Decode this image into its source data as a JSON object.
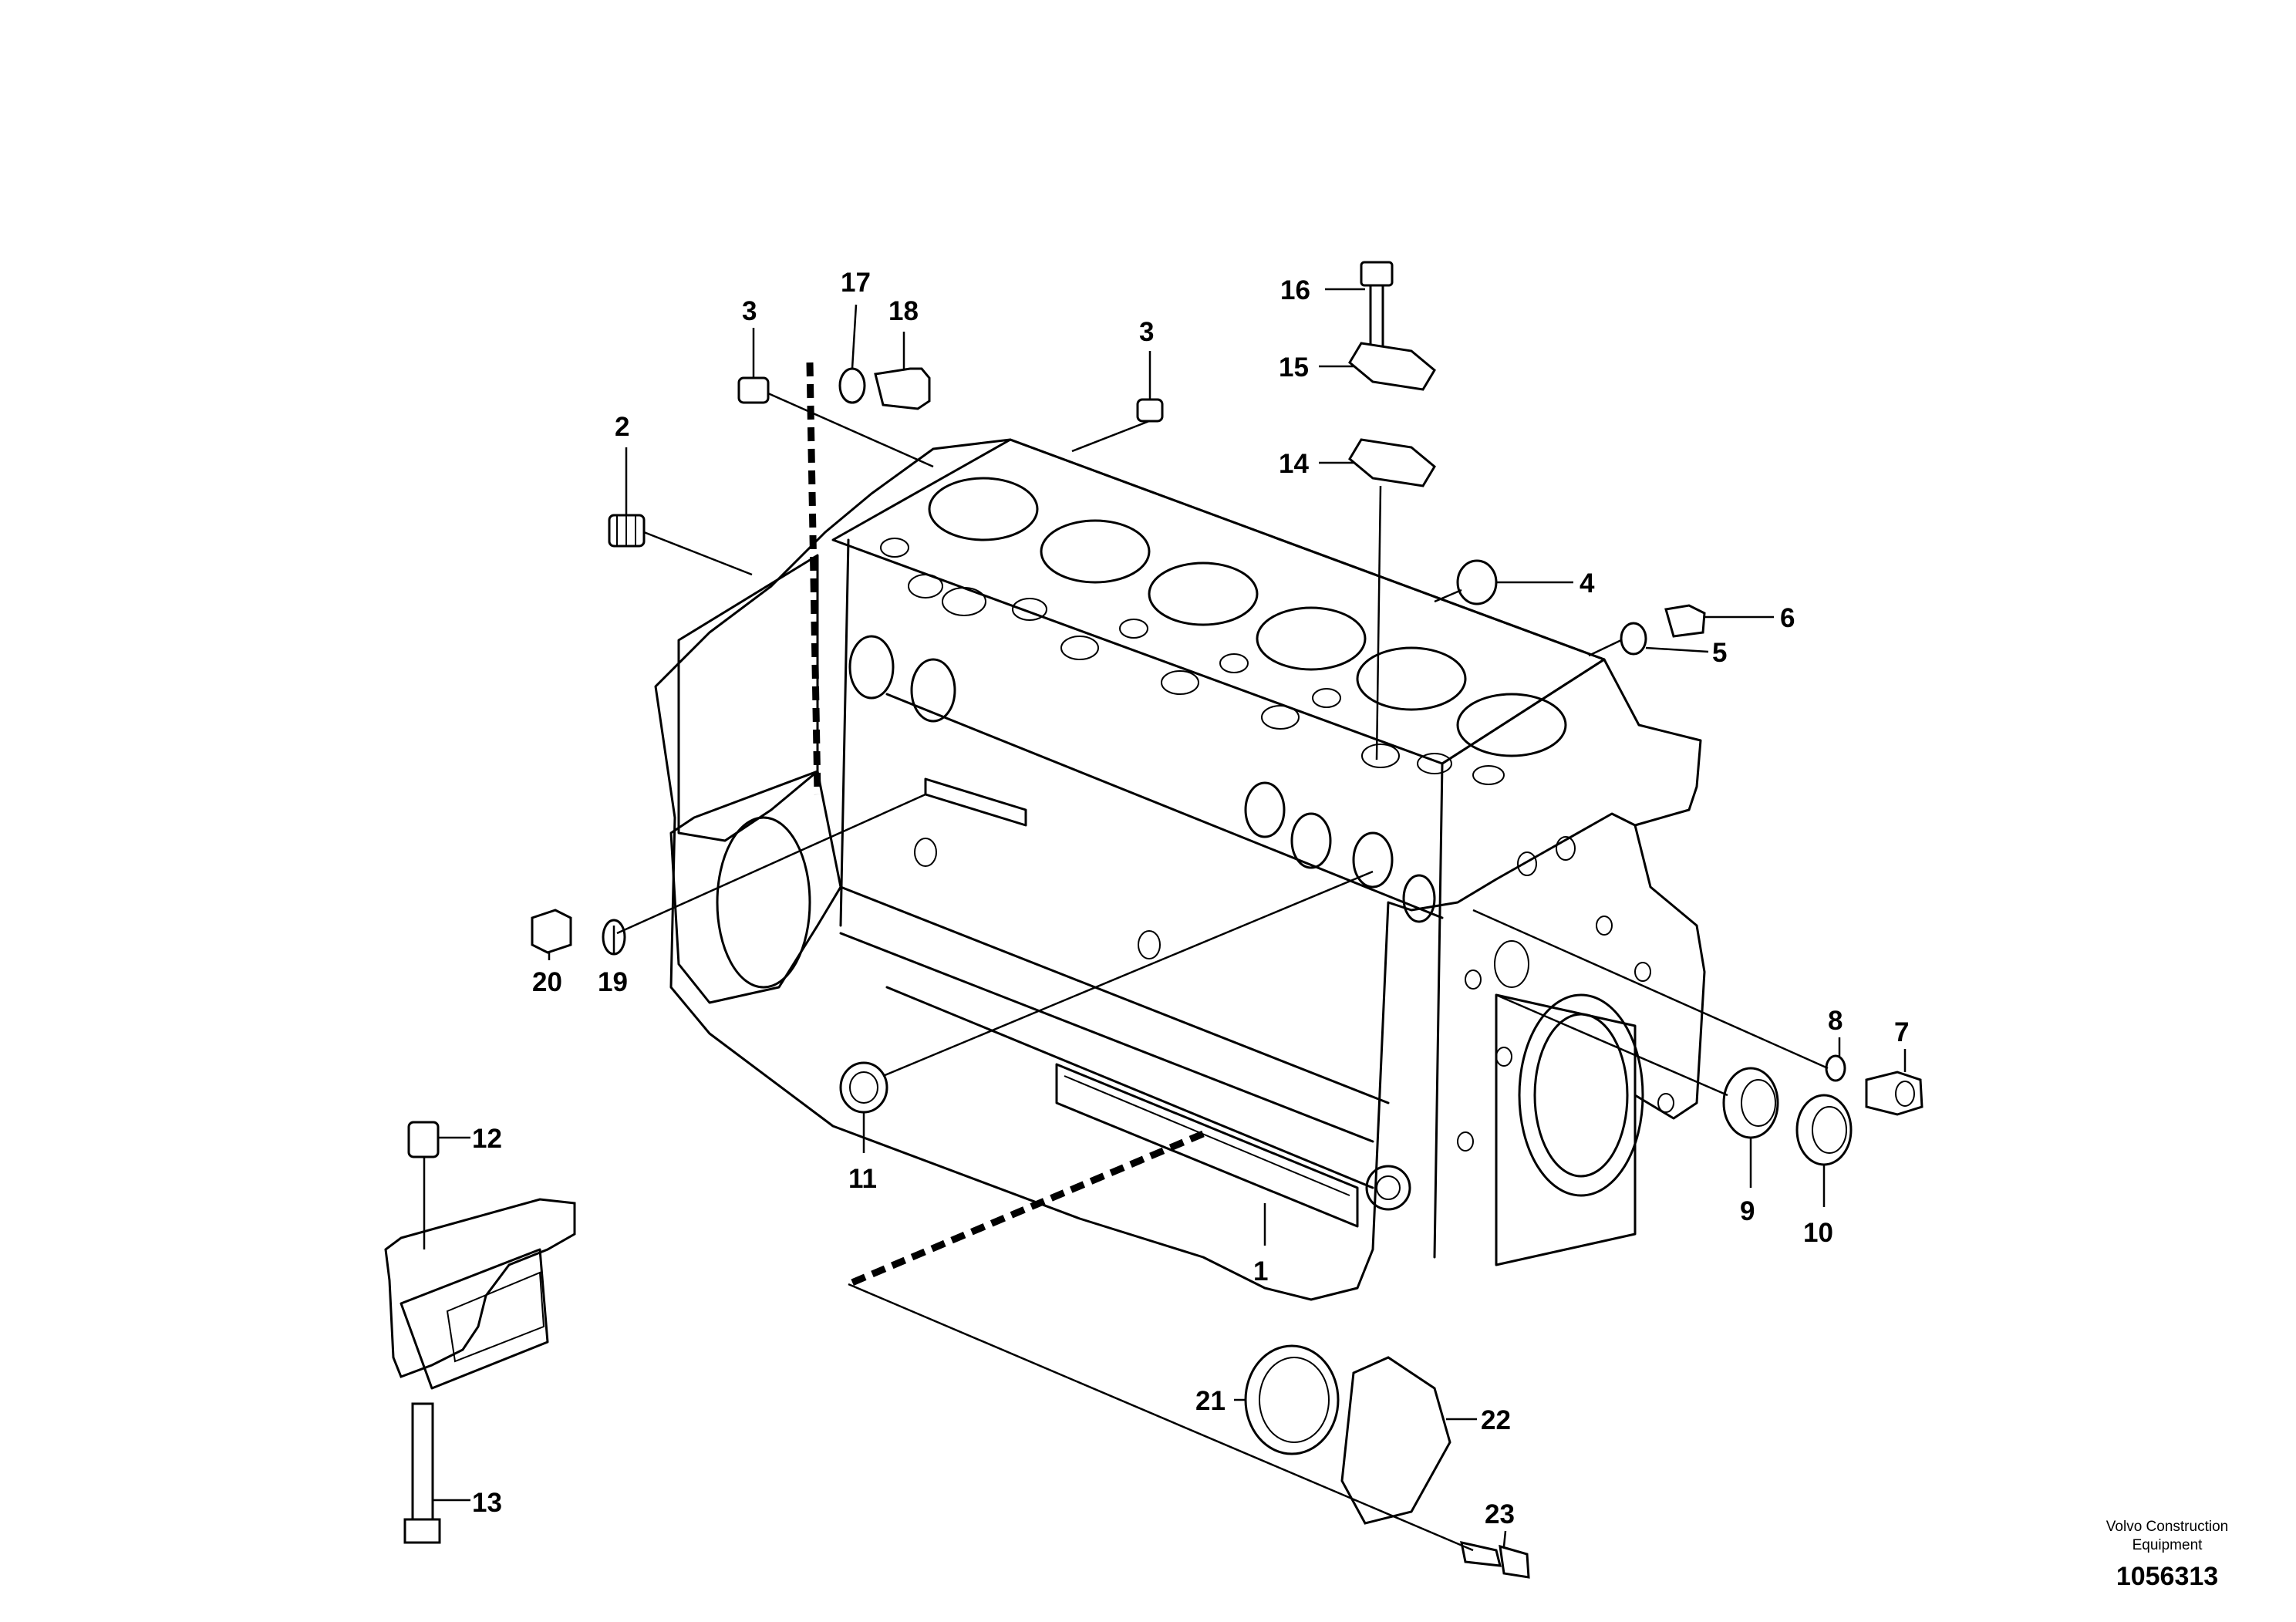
{
  "diagram": {
    "callouts": [
      {
        "id": "c1",
        "label": "1"
      },
      {
        "id": "c2",
        "label": "2"
      },
      {
        "id": "c3a",
        "label": "3"
      },
      {
        "id": "c3b",
        "label": "3"
      },
      {
        "id": "c4",
        "label": "4"
      },
      {
        "id": "c5",
        "label": "5"
      },
      {
        "id": "c6",
        "label": "6"
      },
      {
        "id": "c7",
        "label": "7"
      },
      {
        "id": "c8",
        "label": "8"
      },
      {
        "id": "c9",
        "label": "9"
      },
      {
        "id": "c10",
        "label": "10"
      },
      {
        "id": "c11",
        "label": "11"
      },
      {
        "id": "c12",
        "label": "12"
      },
      {
        "id": "c13",
        "label": "13"
      },
      {
        "id": "c14",
        "label": "14"
      },
      {
        "id": "c15",
        "label": "15"
      },
      {
        "id": "c16",
        "label": "16"
      },
      {
        "id": "c17",
        "label": "17"
      },
      {
        "id": "c18",
        "label": "18"
      },
      {
        "id": "c19",
        "label": "19"
      },
      {
        "id": "c20",
        "label": "20"
      },
      {
        "id": "c21",
        "label": "21"
      },
      {
        "id": "c22",
        "label": "22"
      },
      {
        "id": "c23",
        "label": "23"
      }
    ]
  },
  "footer": {
    "brand_line1": "Volvo Construction",
    "brand_line2": "Equipment",
    "drawing_number": "1056313"
  }
}
